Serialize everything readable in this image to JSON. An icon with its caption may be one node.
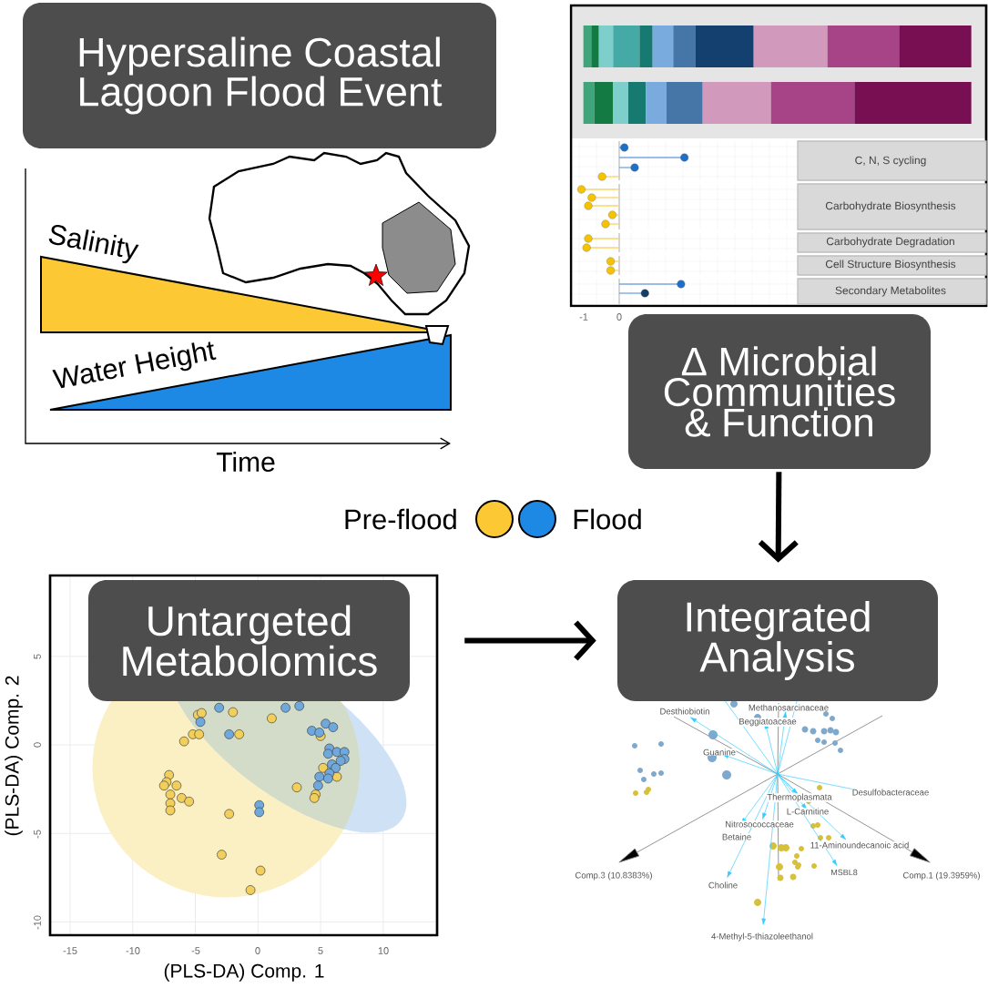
{
  "diagram": {
    "nodes": [
      {
        "text": [
          "Hypersaline Coastal Lagoon Flood Event"
        ]
      },
      {
        "text": [
          "Δ Microbial Communities & Function"
        ]
      },
      {
        "text": [
          "Untargeted Metabolomics"
        ]
      },
      {
        "text": [
          "Integrated Analysis"
        ]
      }
    ],
    "edges": [
      {
        "from": 1,
        "to": 3,
        "arrow": "to"
      },
      {
        "from": 2,
        "to": 3,
        "arrow": "to"
      }
    ],
    "labels": [
      "Salinity",
      "Water Height",
      "Time",
      "C, N, S cycling",
      "Carbohydrate Biosynthesis",
      "Carbohydrate Degradation",
      "Cell Structure Biosynthesis",
      "Secondary Metabolites",
      "-1",
      "0",
      "Desthiobiotin",
      "Methanosarcinaceae",
      "Beggiatoaceae",
      "Guanine",
      "Desulfobacteraceae",
      "Thermoplasmata",
      "L-Carnitine",
      "Nitrosococcaceae",
      "Betaine",
      "11-Aminoundecanoic acid",
      "Comp.3 (10.8383%)",
      "MSBL8",
      "Comp.1 (19.3959%)",
      "Choline",
      "4-Methyl-5-thiazoleethanol",
      "-15",
      "-10",
      "-5",
      "0",
      "5",
      "10",
      "5",
      "0",
      "-5",
      "-10",
      "(PLS-DA) Comp. 1",
      "(PLS-DA) Comp. 2"
    ],
    "legend": [
      {
        "text": "Pre-flood",
        "color": "#fcc934"
      },
      {
        "text": "Flood",
        "color": "#1e88e5"
      }
    ]
  }
}
